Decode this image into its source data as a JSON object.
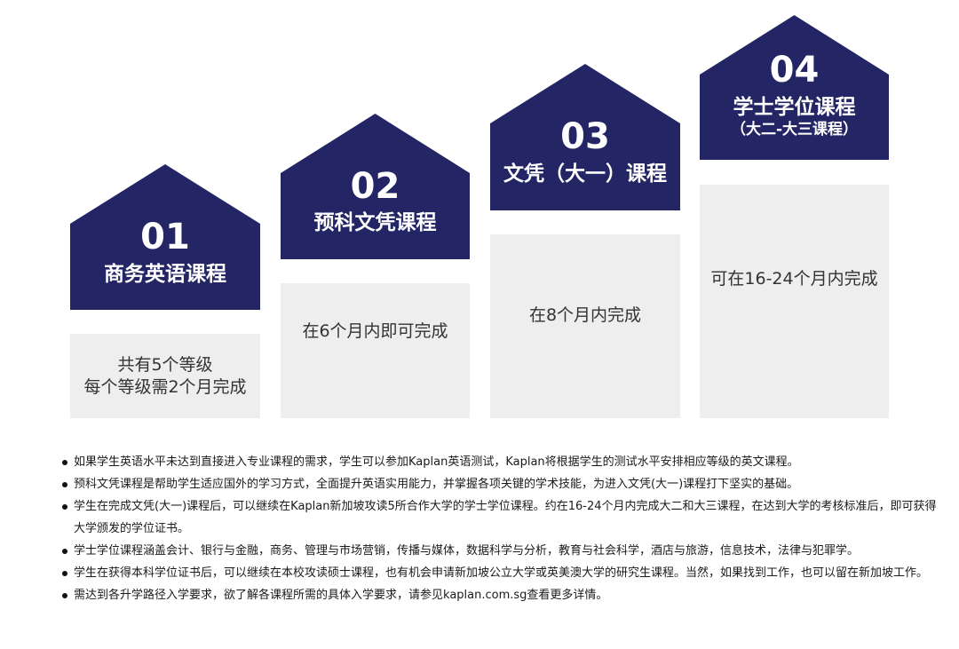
{
  "colors": {
    "navy": "#232565",
    "box_gray": "#eeeeee"
  },
  "steps": [
    {
      "number": "01",
      "title": "商务英语课程",
      "subtitle": "",
      "desc": [
        "共有5个等级",
        "每个等级需2个月完成"
      ]
    },
    {
      "number": "02",
      "title": "预科文凭课程",
      "subtitle": "",
      "desc": [
        "在6个月内即可完成"
      ]
    },
    {
      "number": "03",
      "title": "文凭（大一）课程",
      "subtitle": "",
      "desc": [
        "在8个月内完成"
      ]
    },
    {
      "number": "04",
      "title": "学士学位课程",
      "subtitle": "（大二-大三课程）",
      "desc": [
        "可在16-24个月内完成"
      ]
    }
  ],
  "notes": [
    "如果学生英语水平未达到直接进入专业课程的需求，学生可以参加Kaplan英语测试，Kaplan将根据学生的测试水平安排相应等级的英文课程。",
    "预科文凭课程是帮助学生适应国外的学习方式，全面提升英语实用能力，并掌握各项关键的学术技能，为进入文凭(大一)课程打下坚实的基础。",
    "学生在完成文凭(大一)课程后，可以继续在Kaplan新加坡攻读5所合作大学的学士学位课程。约在16-24个月内完成大二和大三课程，在达到大学的考核标准后，即可获得大学颁发的学位证书。",
    "学士学位课程涵盖会计、银行与金融，商务、管理与市场营销，传播与媒体，数据科学与分析，教育与社会科学，酒店与旅游，信息技术，法律与犯罪学。",
    "学生在获得本科学位证书后，可以继续在本校攻读硕士课程，也有机会申请新加坡公立大学或英美澳大学的研究生课程。当然，如果找到工作，也可以留在新加坡工作。"
  ],
  "last_note": {
    "before": "需达到各升学路径入学要求，欲了解各课程所需的具体入学要求，请参见",
    "link": "kaplan.com.sg",
    "after": "查看更多详情。"
  }
}
